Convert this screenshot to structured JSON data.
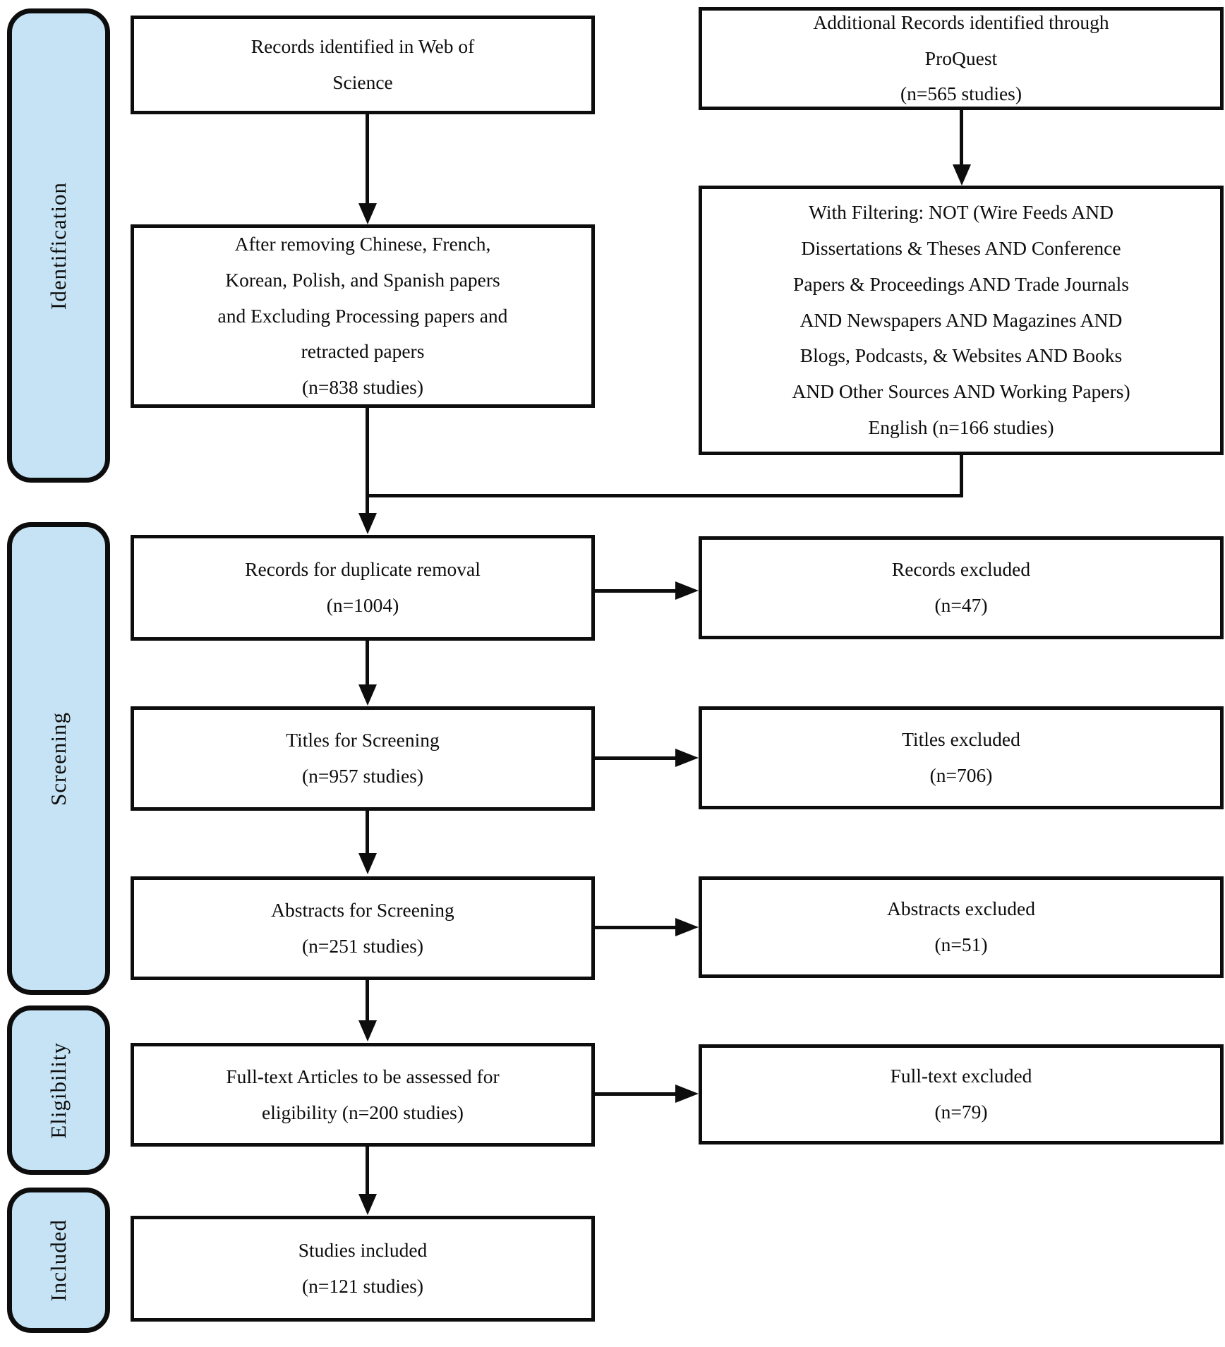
{
  "stages": [
    {
      "label": "Identification"
    },
    {
      "label": "Screening"
    },
    {
      "label": "Eligibility"
    },
    {
      "label": "Included"
    }
  ],
  "boxes": {
    "web_of_science": "Records identified in Web of\nScience",
    "proquest": "Additional Records identified through\nProQuest\n(n=565 studies)",
    "after_removing": "After removing Chinese, French,\nKorean, Polish, and Spanish papers\nand Excluding Processing papers and\nretracted papers\n(n=838 studies)",
    "with_filtering": "With Filtering: NOT (Wire Feeds AND\nDissertations & Theses AND Conference\nPapers & Proceedings AND Trade Journals\nAND Newspapers AND Magazines AND\nBlogs, Podcasts, & Websites AND Books\nAND Other Sources AND Working Papers)\nEnglish (n=166 studies)",
    "duplicate_removal": "Records for duplicate removal\n(n=1004)",
    "records_excluded": "Records excluded\n(n=47)",
    "titles_screening": "Titles for Screening\n(n=957 studies)",
    "titles_excluded": "Titles excluded\n(n=706)",
    "abstracts_screening": "Abstracts for Screening\n(n=251 studies)",
    "abstracts_excluded": "Abstracts excluded\n(n=51)",
    "fulltext_eligibility": "Full-text Articles to be assessed for\neligibility (n=200 studies)",
    "fulltext_excluded": "Full-text excluded\n(n=79)",
    "studies_included": "Studies included\n(n=121 studies)"
  },
  "colors": {
    "stage_fill": "#C5E3F4",
    "line": "#0D0D0D",
    "box_fill": "#FFFFFF"
  }
}
